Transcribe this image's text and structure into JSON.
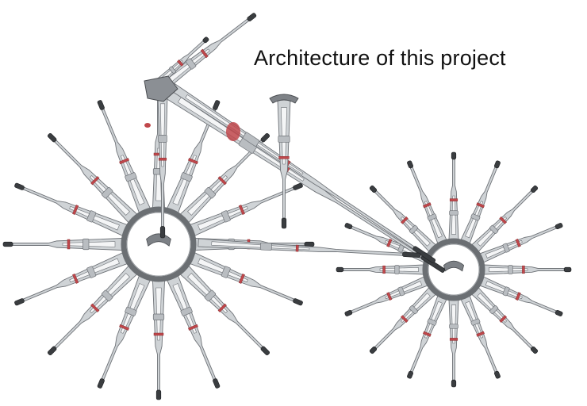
{
  "caption": "Architecture of this project",
  "colors": {
    "background": "#ffffff",
    "caption_text": "#111111",
    "crutch_body": "#cfd3d6",
    "crutch_outline": "#6f7378",
    "hub_ring": "#6b6f73",
    "rubber_tip": "#3a3d40",
    "band": "#c0474b"
  },
  "illustration": {
    "subject": "crutch-wheels-sculpture",
    "wheels": [
      {
        "id": "left-wheel",
        "spokes": 16
      },
      {
        "id": "right-wheel",
        "spokes": 16
      }
    ]
  }
}
